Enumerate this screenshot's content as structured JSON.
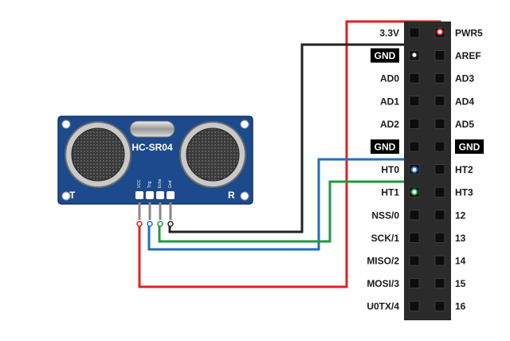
{
  "sensor": {
    "model": "HC-SR04",
    "left_side": "T",
    "right_side": "R",
    "pins": [
      "VCC",
      "Trig",
      "Echo",
      "Gnd"
    ]
  },
  "header": {
    "left_labels": [
      "3.3V",
      "GND",
      "AD0",
      "AD1",
      "AD2",
      "GND",
      "HT0",
      "HT1",
      "NSS/0",
      "SCK/1",
      "MISO/2",
      "MOSI/3",
      "U0TX/4"
    ],
    "right_labels": [
      "PWR5",
      "AREF",
      "AD3",
      "AD4",
      "AD5",
      "GND",
      "HT2",
      "HT3",
      "12",
      "13",
      "14",
      "15",
      "16"
    ],
    "inverted_left": [
      1,
      5
    ],
    "inverted_right": [
      5
    ]
  },
  "wires": [
    {
      "name": "vcc-to-pwr5",
      "color": "#e02020"
    },
    {
      "name": "trig-to-ht0",
      "color": "#1f6fbf"
    },
    {
      "name": "echo-to-ht1",
      "color": "#1f9a3f"
    },
    {
      "name": "gnd-to-gnd",
      "color": "#222222"
    }
  ]
}
